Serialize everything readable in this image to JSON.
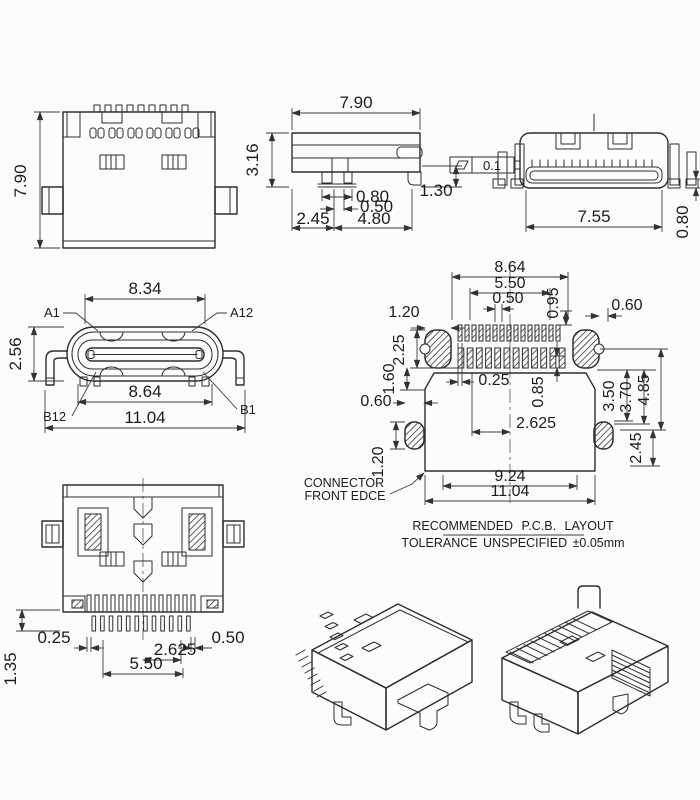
{
  "drawing": {
    "bg": "#fcfcfd",
    "ink": "#2e2e2e",
    "views": {
      "top": {
        "height": "7.90"
      },
      "side": {
        "width": "7.90",
        "height": "3.16",
        "d1": "0.80",
        "d2": "0.50",
        "d3": "2.45",
        "d4": "4.80",
        "d5": "1.30"
      },
      "front": {
        "flatness": "0.1",
        "width": "7.55",
        "foot": "0.80"
      },
      "mating": {
        "slot_w": "8.34",
        "height": "2.56",
        "shell_w": "8.64",
        "overall_w": "11.04",
        "a1": "A1",
        "a12": "A12",
        "b12": "B12",
        "b1": "B1"
      },
      "pcb": {
        "row_w": "8.64",
        "span": "5.50",
        "pitch": "0.50",
        "pad_l": "0.95",
        "pad_w_left": "1.20",
        "pad_w_right": "0.60",
        "h1": "2.25",
        "h2": "1.60",
        "hole_w": "0.60",
        "hole_h": "1.20",
        "pad_w": "0.25",
        "h3": "0.85",
        "center_off": "2.625",
        "v1": "3.50",
        "v2": "3.70",
        "v3": "4.85",
        "v4": "2.45",
        "inner_w": "9.24",
        "overall_w": "11.04",
        "edge_label_1": "CONNECTOR",
        "edge_label_2": "FRONT EDCE",
        "note_1": "RECOMMENDED P.C.B. LAYOUT",
        "note_2": "TOLERANCE UNSPECIFIED ±0.05mm"
      },
      "bottom": {
        "d1": "0.25",
        "d2": "0.50",
        "d3": "2.625",
        "d4": "5.50",
        "d5": "1.35"
      }
    }
  }
}
